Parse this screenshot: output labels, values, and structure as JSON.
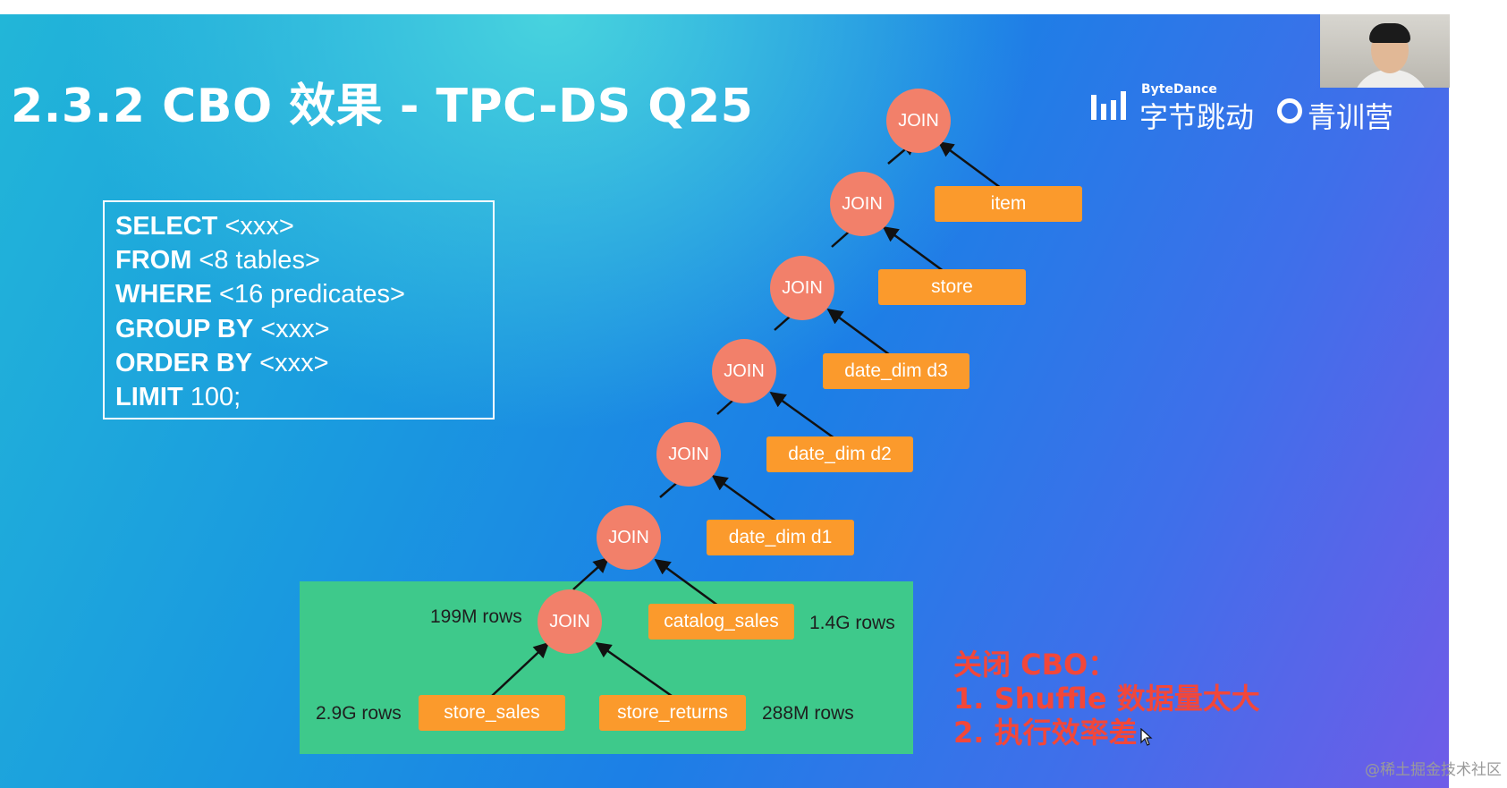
{
  "slide": {
    "title": "2.3.2 CBO 效果 - TPC-DS Q25",
    "logo_small": "ByteDance",
    "logo_bytedance": "字节跳动",
    "logo_qingxunying": "青训营"
  },
  "sql": [
    {
      "keyword": "SELECT",
      "rest": " <xxx>"
    },
    {
      "keyword": "FROM",
      "rest": " <8 tables>"
    },
    {
      "keyword": "WHERE",
      "rest": " <16 predicates>"
    },
    {
      "keyword": "GROUP BY",
      "rest": " <xxx>"
    },
    {
      "keyword": "ORDER BY",
      "rest": " <xxx>"
    },
    {
      "keyword": "LIMIT",
      "rest": " 100;"
    }
  ],
  "tree": {
    "join_label": "JOIN",
    "tables": {
      "item": "item",
      "store": "store",
      "date_dim_d3": "date_dim d3",
      "date_dim_d2": "date_dim d2",
      "date_dim_d1": "date_dim d1",
      "catalog_sales": "catalog_sales",
      "store_sales": "store_sales",
      "store_returns": "store_returns"
    },
    "rows": {
      "join_bottom": "199M rows",
      "catalog_sales": "1.4G rows",
      "store_sales": "2.9G rows",
      "store_returns": "288M rows"
    }
  },
  "note": {
    "heading": "关闭 CBO：",
    "line1": "1. Shuffle 数据量太大",
    "line2": "2. 执行效率差"
  },
  "watermark": "@稀土掘金技术社区",
  "colors": {
    "join": "#f2806a",
    "table": "#fb9a2c",
    "highlight": "#3ec98b",
    "note": "#f2473a"
  }
}
